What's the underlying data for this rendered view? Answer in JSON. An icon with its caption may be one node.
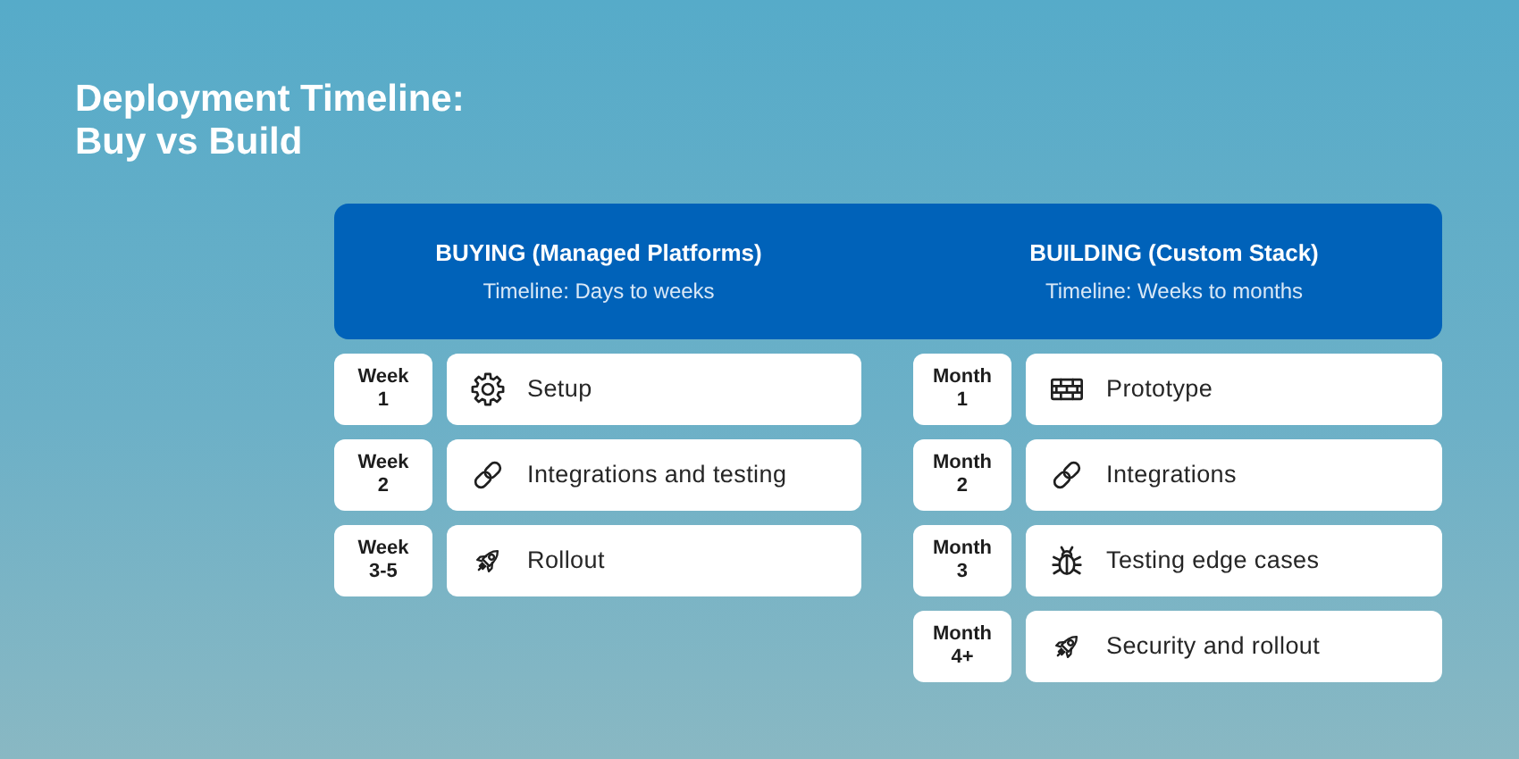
{
  "diagram": {
    "title": "Deployment Timeline: Buy vs Build",
    "nodes": [
      {
        "text": [
          "BUYING (Managed Platforms)",
          "Timeline: Days to weeks",
          "BUILDING (Custom Stack)",
          "Timeline: Weeks to months"
        ]
      },
      {
        "text": [
          "Week 1"
        ]
      },
      {
        "text": [
          "Setup"
        ]
      },
      {
        "text": [
          "Week 2"
        ]
      },
      {
        "text": [
          "Integrations and testing"
        ]
      },
      {
        "text": [
          "Week 3-5"
        ]
      },
      {
        "text": [
          "Rollout"
        ]
      },
      {
        "text": [
          "Month 1"
        ]
      },
      {
        "text": [
          "Prototype"
        ]
      },
      {
        "text": [
          "Month 2"
        ]
      },
      {
        "text": [
          "Integrations"
        ]
      },
      {
        "text": [
          "Month 3"
        ]
      },
      {
        "text": [
          "Testing edge cases"
        ]
      },
      {
        "text": [
          "Month 4+"
        ]
      },
      {
        "text": [
          "Security and rollout"
        ]
      }
    ]
  }
}
